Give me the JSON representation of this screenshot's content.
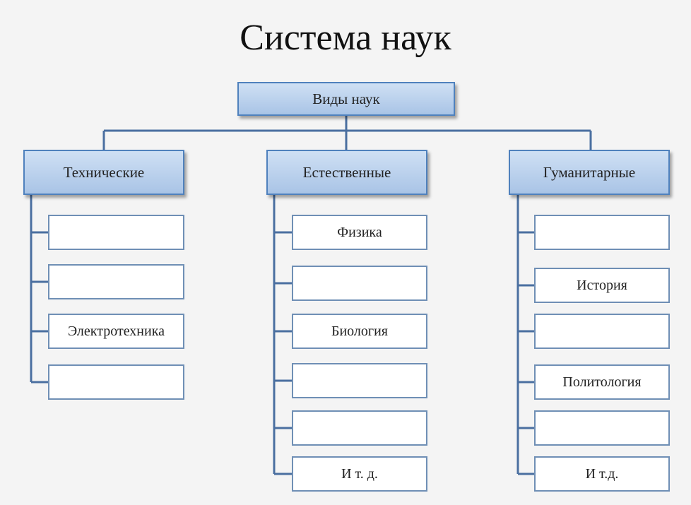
{
  "title": "Система наук",
  "root": "Виды наук",
  "branches": [
    {
      "label": "Технические",
      "items": [
        "",
        "",
        "Электротехника",
        ""
      ]
    },
    {
      "label": "Естественные",
      "items": [
        "Физика",
        "",
        "Биология",
        "",
        "",
        "И т. д."
      ]
    },
    {
      "label": "Гуманитарные",
      "items": [
        "",
        "История",
        "",
        "Политология",
        "",
        "И т.д."
      ]
    }
  ],
  "colors": {
    "box_border": "#4f81bd",
    "leaf_border": "#6f8fb5",
    "connector": "#4a6fa0",
    "head_fill_top": "#cfe0f4",
    "head_fill_bottom": "#a9c4e6"
  }
}
